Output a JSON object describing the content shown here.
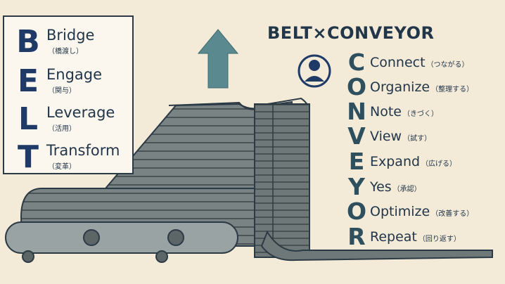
{
  "title": "BELT×CONVEYOR",
  "colors": {
    "background": "#f3ead8",
    "navy": "#1f3a66",
    "teal": "#5a8a90",
    "belt_gray": "#7a8384",
    "outline": "#2b3a45"
  },
  "icons": [
    "up-arrow-icon",
    "user-avatar-icon",
    "conveyor-illustration"
  ],
  "belt": [
    {
      "letter": "B",
      "word": "Bridge",
      "sub": "（橋渡し）"
    },
    {
      "letter": "E",
      "word": "Engage",
      "sub": "（関与）"
    },
    {
      "letter": "L",
      "word": "Leverage",
      "sub": "（活用）"
    },
    {
      "letter": "T",
      "word": "Transform",
      "sub": "（変革）"
    }
  ],
  "conveyor": [
    {
      "letter": "C",
      "word": "Connect",
      "sub": "（つながる）"
    },
    {
      "letter": "O",
      "word": "Organize",
      "sub": "（整理する）"
    },
    {
      "letter": "N",
      "word": "Note",
      "sub": "（きづく）"
    },
    {
      "letter": "V",
      "word": "View",
      "sub": "（試す）"
    },
    {
      "letter": "E",
      "word": "Expand",
      "sub": "（広げる）"
    },
    {
      "letter": "Y",
      "word": "Yes",
      "sub": "（承認）"
    },
    {
      "letter": "O",
      "word": "Optimize",
      "sub": "（改善する）"
    },
    {
      "letter": "R",
      "word": "Repeat",
      "sub": "（回り返す）"
    }
  ]
}
